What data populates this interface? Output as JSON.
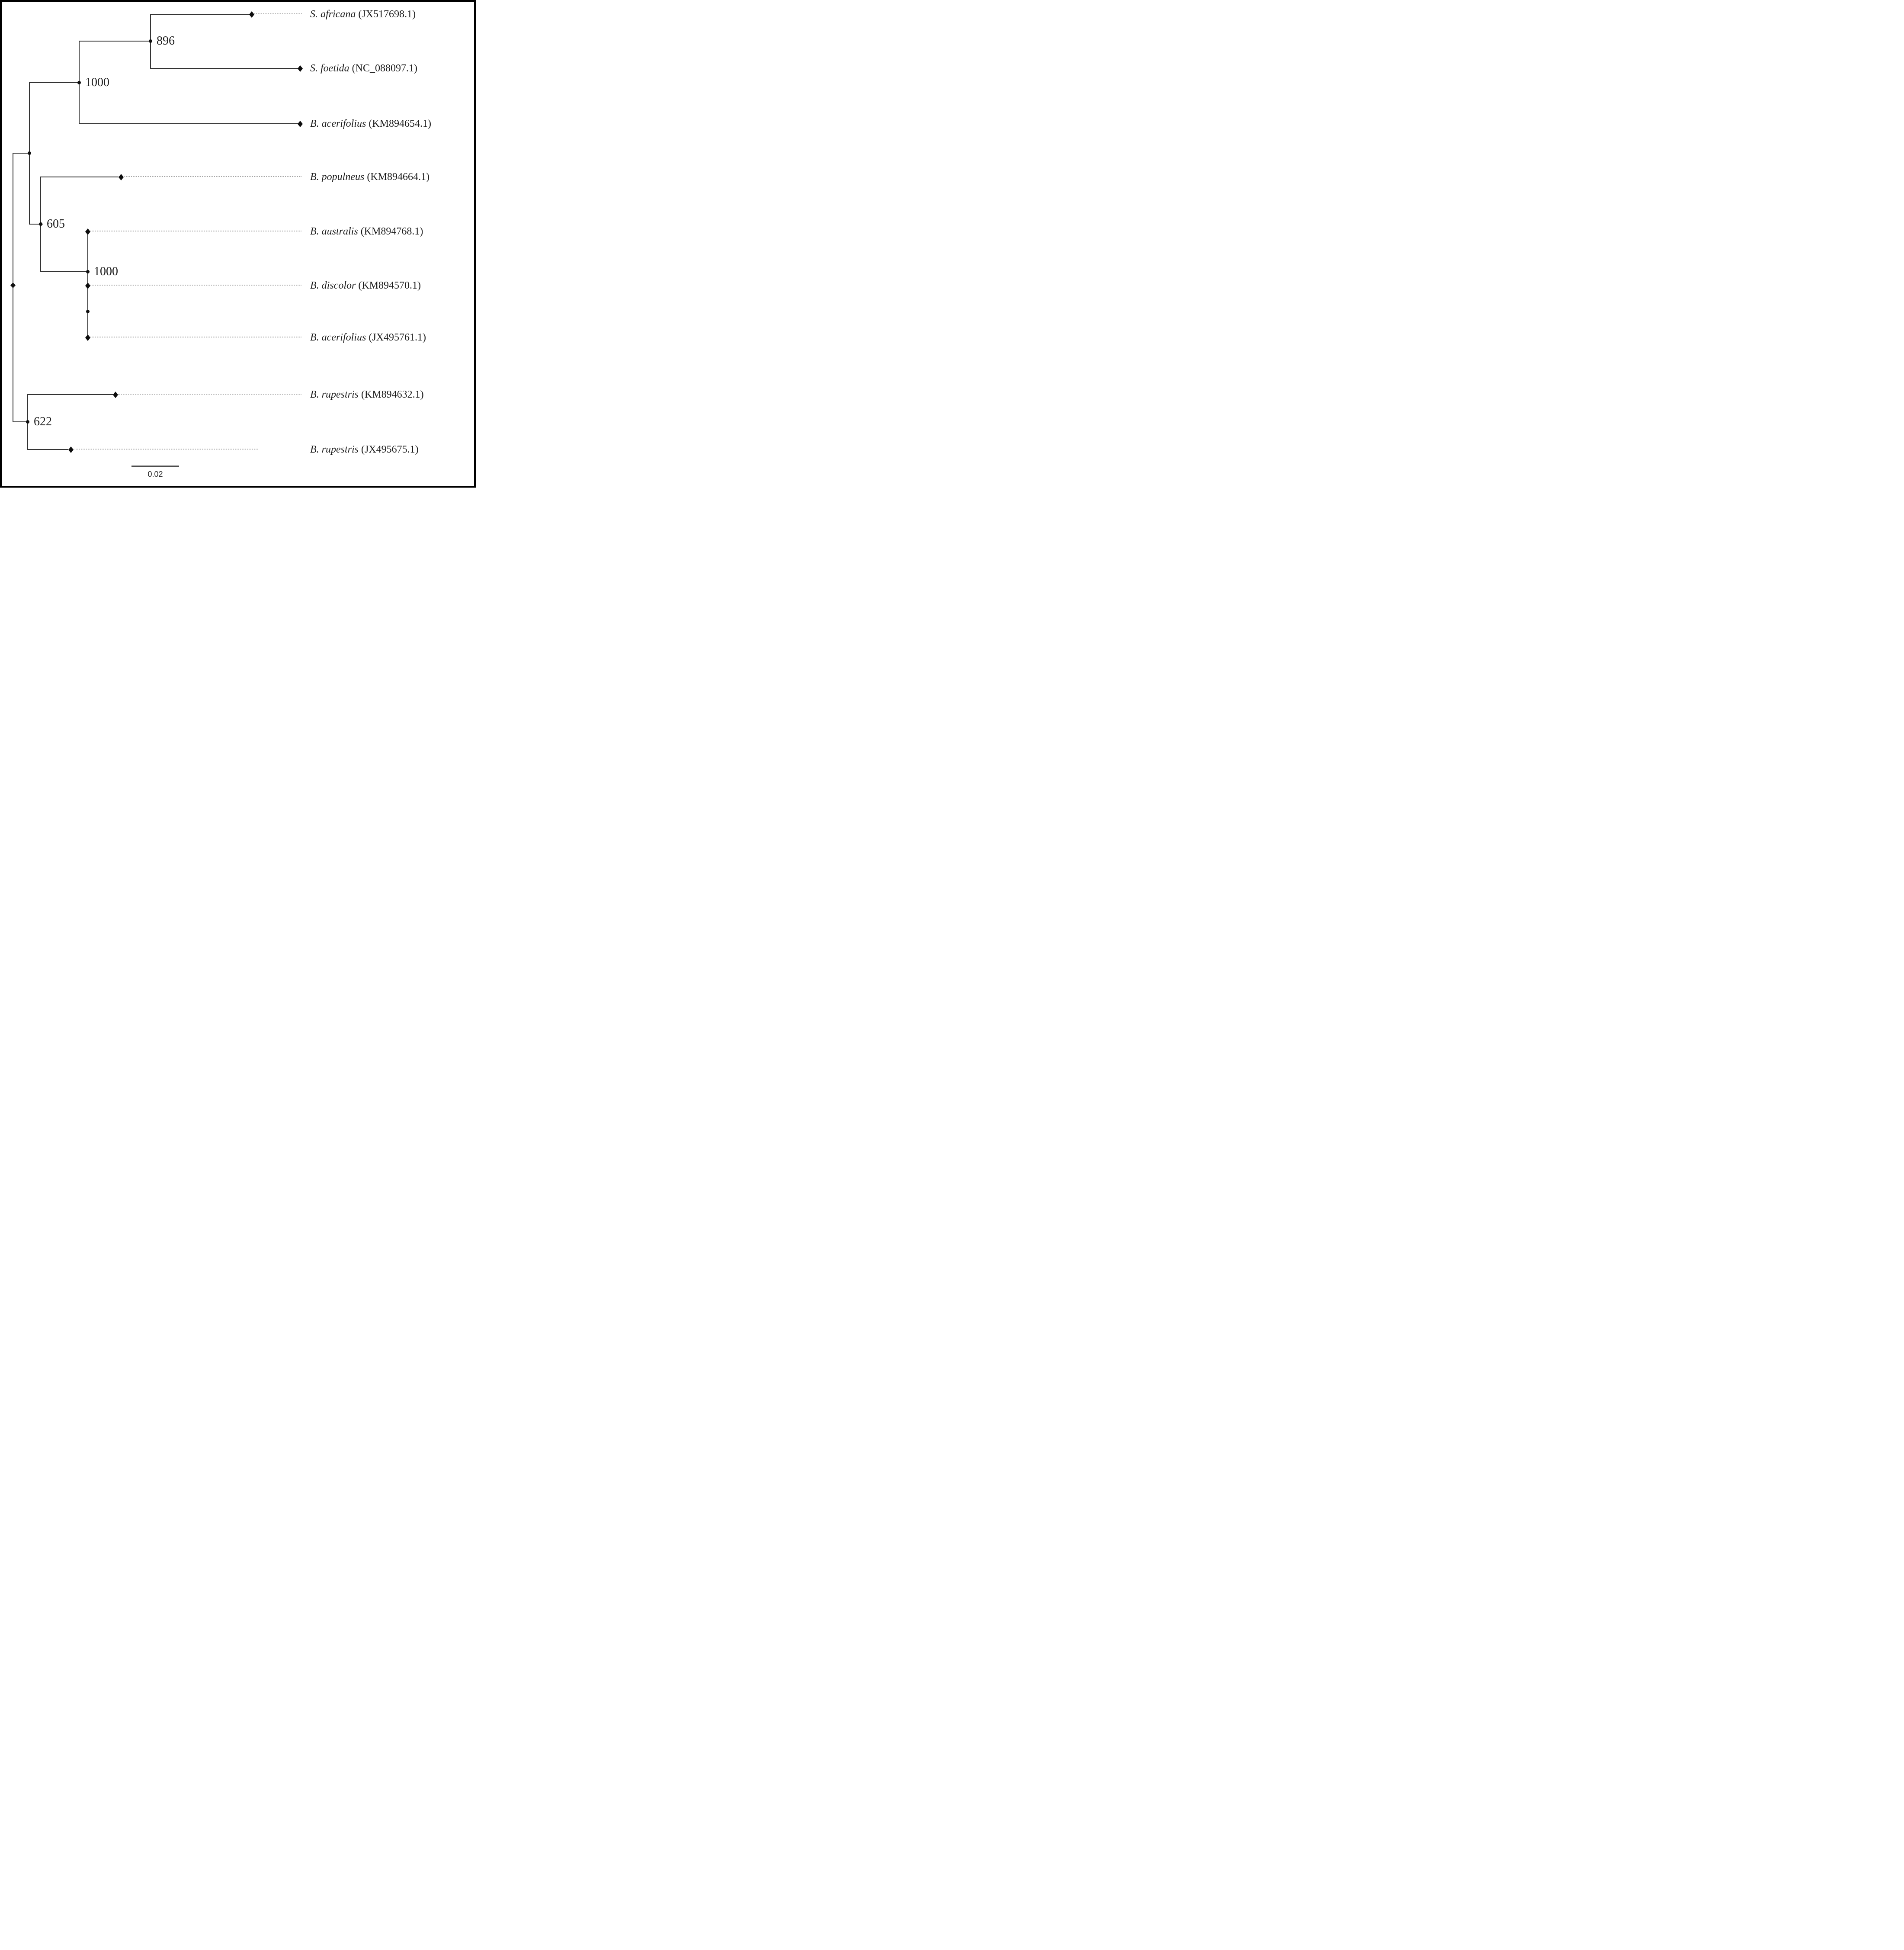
{
  "figure": {
    "type": "phylogenetic-tree",
    "orientation": "rectangular-cladogram",
    "colors": {
      "branch": "#333333",
      "dotted_leader": "#a6a6a6",
      "marker": "#0d0d0d",
      "text": "#1c1c1c",
      "border": "#000000",
      "background": "#ffffff"
    }
  },
  "taxa": [
    {
      "name": "S. africana",
      "accession": "(JX517698.1)"
    },
    {
      "name": "S. foetida",
      "accession": "(NC_088097.1)"
    },
    {
      "name": "B. acerifolius",
      "accession": "(KM894654.1)"
    },
    {
      "name": "B. populneus",
      "accession": "(KM894664.1)"
    },
    {
      "name": "B. australis",
      "accession": "(KM894768.1)"
    },
    {
      "name": "B. discolor",
      "accession": "(KM894570.1)"
    },
    {
      "name": "B. acerifolius",
      "accession": "(JX495761.1)"
    },
    {
      "name": "B. rupestris",
      "accession": "(KM894632.1)"
    },
    {
      "name": "B. rupestris",
      "accession": "(JX495675.1)"
    }
  ],
  "support_values": [
    {
      "node": "sterculia-pair",
      "value": "896"
    },
    {
      "node": "sterculia-acerifolius",
      "value": "1000"
    },
    {
      "node": "populneus-clade",
      "value": "605"
    },
    {
      "node": "australis-clade",
      "value": "1000"
    },
    {
      "node": "rupestris-pair",
      "value": "622"
    }
  ],
  "scale_bar": {
    "label": "0.02"
  }
}
